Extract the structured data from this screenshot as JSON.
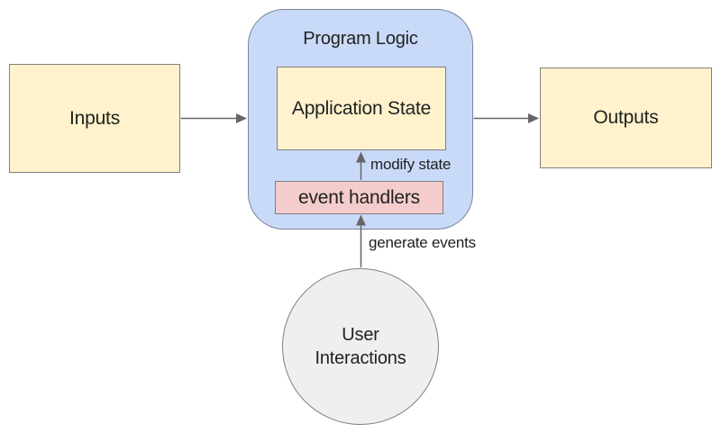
{
  "diagram": {
    "background": "#ffffff",
    "text_color": "#212121",
    "arrow_color": "#666666",
    "program_logic": {
      "title": "Program Logic",
      "fill": "#c9daf8",
      "border": "#7b8499"
    },
    "nodes": {
      "inputs": {
        "label": "Inputs",
        "shape": "rectangle",
        "fill": "#fff2cc",
        "border": "#7f7f7f"
      },
      "application_state": {
        "label": "Application State",
        "shape": "rectangle",
        "fill": "#fff2cc",
        "border": "#7f7f7f"
      },
      "event_handlers": {
        "label": "event handlers",
        "shape": "rectangle",
        "fill": "#f4cccc",
        "border": "#7f7f7f"
      },
      "outputs": {
        "label": "Outputs",
        "shape": "rectangle",
        "fill": "#fff2cc",
        "border": "#7f7f7f"
      },
      "user_interactions": {
        "label": "User Interactions",
        "shape": "circle",
        "fill": "#efefef",
        "border": "#808080"
      }
    },
    "edges": [
      {
        "from": "inputs",
        "to": "program_logic",
        "label": ""
      },
      {
        "from": "program_logic",
        "to": "outputs",
        "label": ""
      },
      {
        "from": "event_handlers",
        "to": "application_state",
        "label": "modify state"
      },
      {
        "from": "user_interactions",
        "to": "event_handlers",
        "label": "generate events"
      }
    ]
  }
}
